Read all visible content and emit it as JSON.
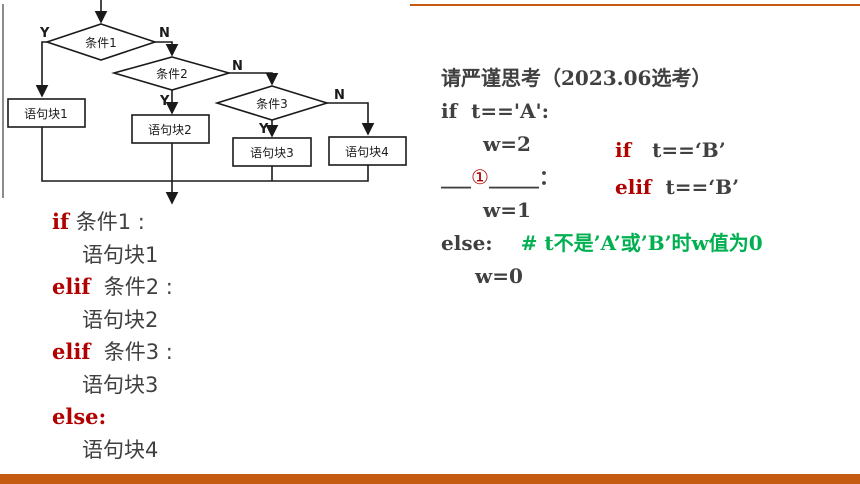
{
  "colors": {
    "keyword": "#b00000",
    "text": "#404040",
    "comment": "#00b050",
    "accent_bar": "#c55a11",
    "line": "#1a1a1a"
  },
  "flowchart": {
    "cond1": "条件1",
    "cond2": "条件2",
    "cond3": "条件3",
    "block1": "语句块1",
    "block2": "语句块2",
    "block3": "语句块3",
    "block4": "语句块4",
    "yes": "Y",
    "no": "N"
  },
  "left_code": {
    "if_kw": "if",
    "cond1": " 条件1 :",
    "block1": "语句块1",
    "elif_kw": "elif",
    "cond2": "  条件2 :",
    "block2": "语句块2",
    "elif_kw2": "elif",
    "cond3": "  条件3 :",
    "block3": "语句块3",
    "else_kw": "else:",
    "block4": "语句块4"
  },
  "right_code": {
    "title": "请严谨思考（2023.06选考）",
    "line1": "if  t=='A':",
    "line2": "w=2",
    "blank_left": "___",
    "blank_marker": "①",
    "blank_right": "_____",
    "colon": "：",
    "line4": "w=1",
    "else": "else:",
    "comment": "# t不是’A’或’B’时w值为0",
    "line6": "w=0",
    "alt1_kw": "if",
    "alt1_rest": "   t==‘B’",
    "alt2_kw": "elif",
    "alt2_rest": "  t==‘B’"
  }
}
